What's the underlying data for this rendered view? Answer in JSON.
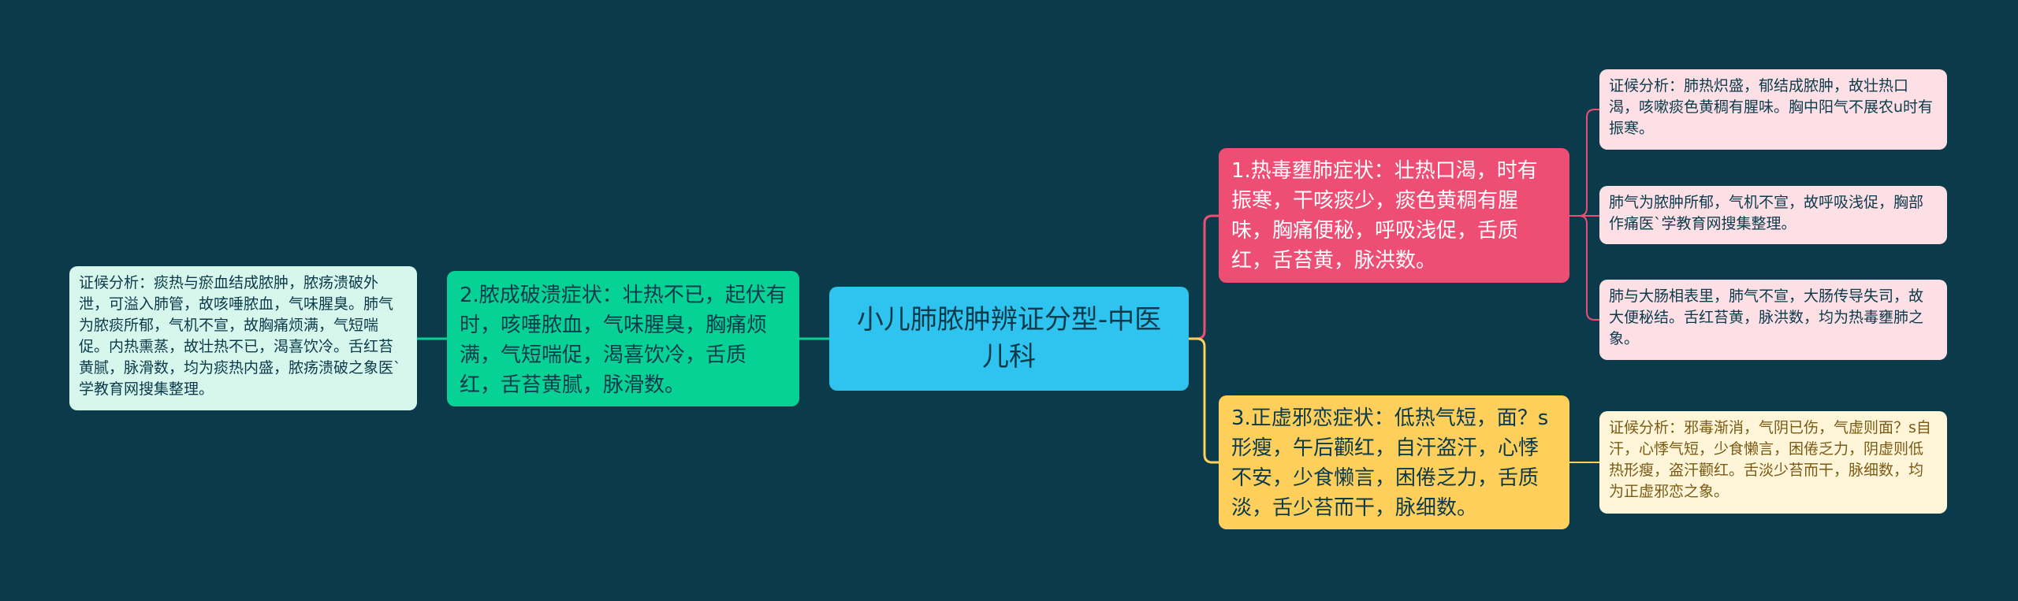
{
  "diagram": {
    "center": "小儿肺脓肿辨证分型-中医儿科",
    "branches": {
      "left": "2.脓成破溃症状：壮热不已，起伏有时，咳唾脓血，气味腥臭，胸痛烦满，气短喘促，渴喜饮冷，舌质红，舌苔黄腻，脉滑数。",
      "top": "1.热毒壅肺症状：壮热口渴，时有振寒，干咳痰少，痰色黄稠有腥味，胸痛便秘，呼吸浅促，舌质红，舌苔黄，脉洪数。",
      "bottom": "3.正虚邪恋症状：低热气短，面？s形瘦，午后颧红，自汗盗汗，心悸不安，少食懒言，困倦乏力，舌质淡，舌少苔而干，脉细数。"
    },
    "leaves": {
      "left": "证候分析：痰热与瘀血结成脓肿，脓疡溃破外泄，可溢入肺管，故咳唾脓血，气味腥臭。肺气为脓痰所郁，气机不宣，故胸痛烦满，气短喘促。内热熏蒸，故壮热不已，渴喜饮冷。舌红苔黄腻，脉滑数，均为痰热内盛，脓疡溃破之象医`学教育网搜集整理。",
      "top1": "证候分析：肺热炽盛，郁结成脓肿，故壮热口渴，咳嗽痰色黄稠有腥味。胸中阳气不展农u时有振寒。",
      "top2": "肺气为脓肿所郁，气机不宣，故呼吸浅促，胸部作痛医`学教育网搜集整理。",
      "top3": "肺与大肠相表里，肺气不宣，大肠传导失司，故大便秘结。舌红苔黄，脉洪数，均为热毒壅肺之象。",
      "bottom1": "证候分析：邪毒渐消，气阴已伤，气虚则面？s自汗，心悸气短，少食懒言，困倦乏力，阴虚则低热形瘦，盗汗颧红。舌淡少苔而干，脉细数，均为正虚邪恋之象。"
    },
    "colors": {
      "background": "#0b3a4b",
      "center": "#2ec4ef",
      "left": "#07d295",
      "top": "#ef4e74",
      "bottom": "#ffcf5b"
    }
  }
}
